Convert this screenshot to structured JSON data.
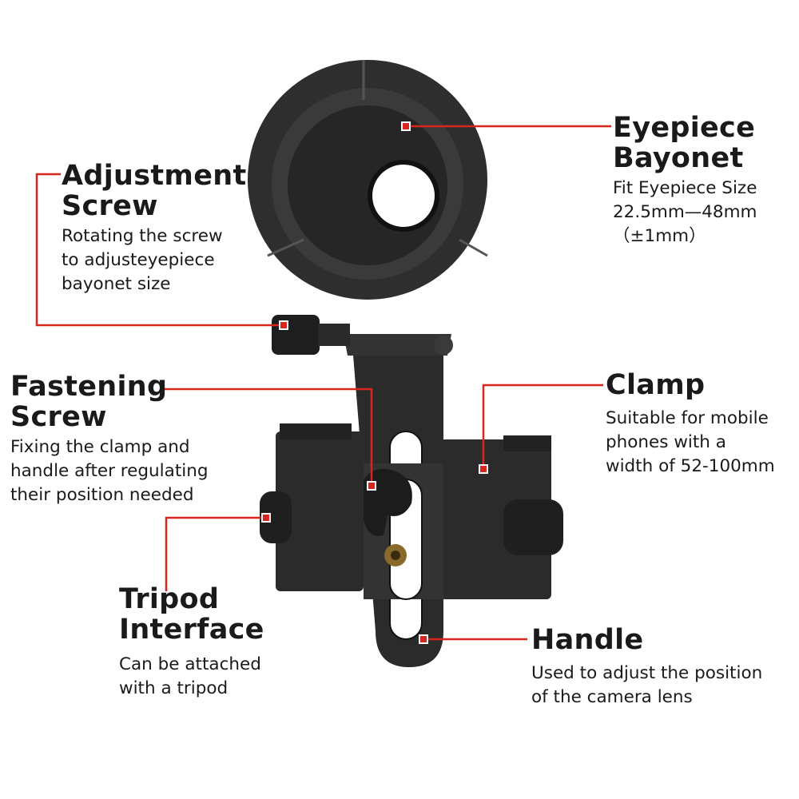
{
  "colors": {
    "accent": "#d7261e",
    "product": "#2a2a2a",
    "background": "#ffffff"
  },
  "callouts": {
    "eyepiece": {
      "title_1": "Eyepiece",
      "title_2": "Bayonet",
      "desc_1": "Fit Eyepiece Size",
      "desc_2": "22.5mm—48mm",
      "desc_3": "（±1mm）"
    },
    "adjustment": {
      "title_1": "Adjustment",
      "title_2": "Screw",
      "desc_1": "Rotating the screw",
      "desc_2": "to adjusteyepiece",
      "desc_3": "bayonet size"
    },
    "fastening": {
      "title_1": "Fastening",
      "title_2": "Screw",
      "desc_1": "Fixing the clamp and",
      "desc_2": "handle after regulating",
      "desc_3": "their position needed"
    },
    "clamp": {
      "title_1": "Clamp",
      "desc_1": "Suitable for mobile",
      "desc_2": "phones with a",
      "desc_3": "width of 52-100mm"
    },
    "tripod": {
      "title_1": "Tripod",
      "title_2": "Interface",
      "desc_1": "Can be attached",
      "desc_2": "with a tripod"
    },
    "handle": {
      "title_1": "Handle",
      "desc_1": "Used to adjust the position",
      "desc_2": "of the camera lens"
    }
  }
}
